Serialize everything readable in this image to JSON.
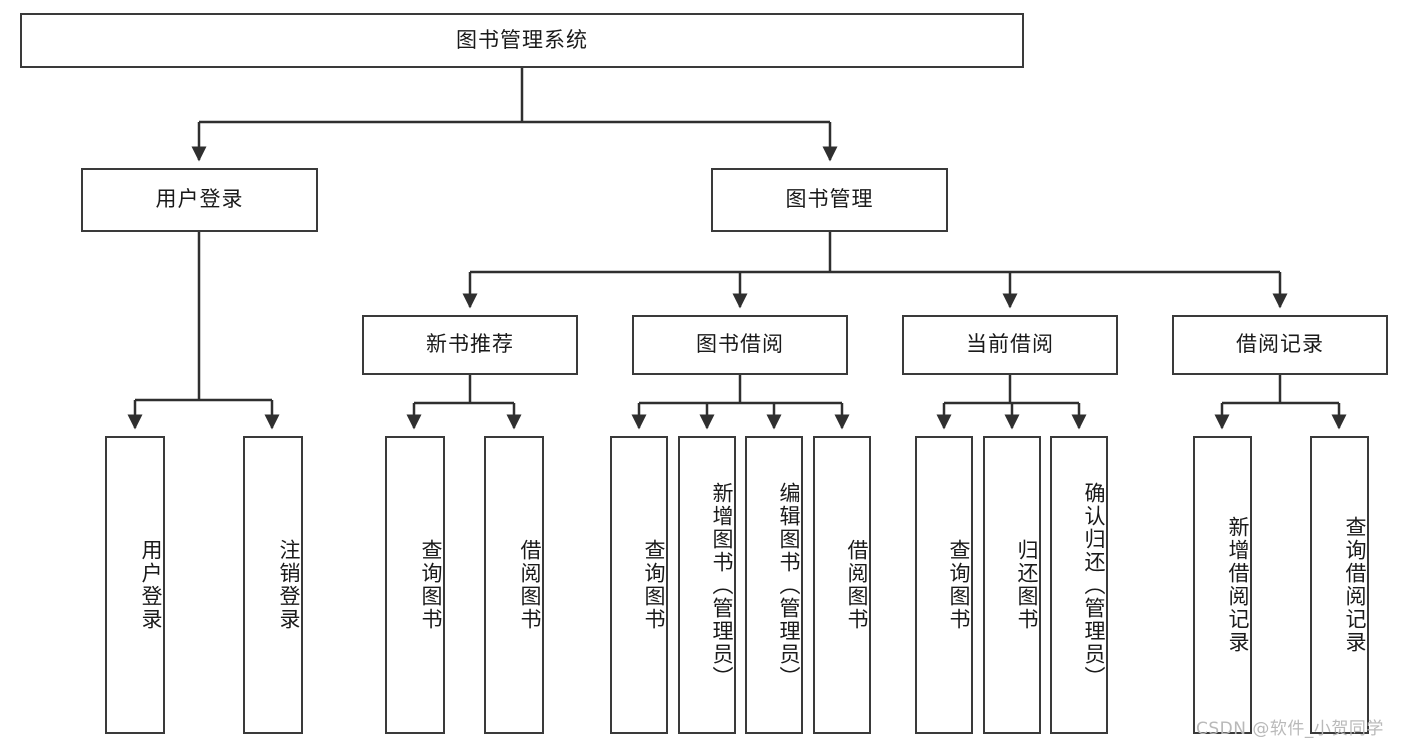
{
  "diagram": {
    "title": "图书管理系统",
    "watermark": "CSDN @软件_小贺同学",
    "colors": {
      "box_border": "#3a3a3a",
      "edge": "#2f2f2f",
      "background": "#ffffff",
      "text": "#1a1a1a",
      "watermark": "#b9b9b9"
    },
    "root": {
      "label": "图书管理系统"
    },
    "level2": [
      {
        "label": "用户登录"
      },
      {
        "label": "图书管理"
      }
    ],
    "level3": [
      {
        "label": "新书推荐"
      },
      {
        "label": "图书借阅"
      },
      {
        "label": "当前借阅"
      },
      {
        "label": "借阅记录"
      }
    ],
    "leaves": {
      "user_login": [
        {
          "label": "用户登录"
        },
        {
          "label": "注销登录"
        }
      ],
      "new_book_recommend": [
        {
          "label": "查询图书"
        },
        {
          "label": "借阅图书"
        }
      ],
      "book_borrow": [
        {
          "label": "查询图书"
        },
        {
          "label": "新增图书（管理员）"
        },
        {
          "label": "编辑图书（管理员）"
        },
        {
          "label": "借阅图书"
        }
      ],
      "current_borrow": [
        {
          "label": "查询图书"
        },
        {
          "label": "归还图书"
        },
        {
          "label": "确认归还（管理员）"
        }
      ],
      "borrow_record": [
        {
          "label": "新增借阅记录"
        },
        {
          "label": "查询借阅记录"
        }
      ]
    }
  }
}
